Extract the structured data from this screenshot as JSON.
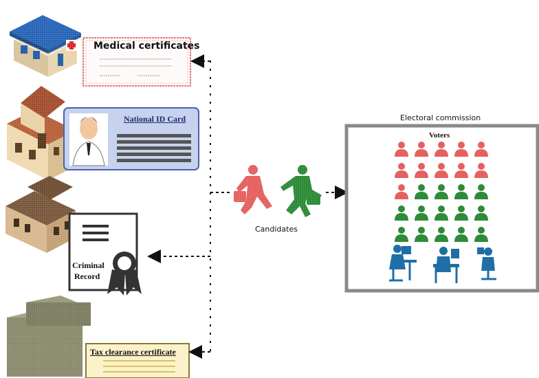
{
  "documents": {
    "medical": {
      "label": "Medical certificates"
    },
    "national_id": {
      "label": "National ID Card"
    },
    "criminal_record": {
      "label_line1": "Criminal",
      "label_line2": "Record"
    },
    "tax_clearance": {
      "label": "Tax clearance certificate"
    }
  },
  "candidates": {
    "label": "Candidates"
  },
  "commission": {
    "title": "Electoral commission",
    "voters_label": "Voters",
    "voter_rows": [
      [
        "red",
        "red",
        "red",
        "red",
        "red"
      ],
      [
        "red",
        "red",
        "red",
        "red",
        "red"
      ],
      [
        "red",
        "green",
        "green",
        "green",
        "green"
      ],
      [
        "green",
        "green",
        "green",
        "green",
        "green"
      ],
      [
        "green",
        "green",
        "green",
        "green",
        "green"
      ]
    ]
  },
  "colors": {
    "red": "#e4615f",
    "green": "#2e8b39",
    "blue": "#1f6fa6",
    "frame": "#8a8a8a",
    "arrow": "#111111"
  }
}
